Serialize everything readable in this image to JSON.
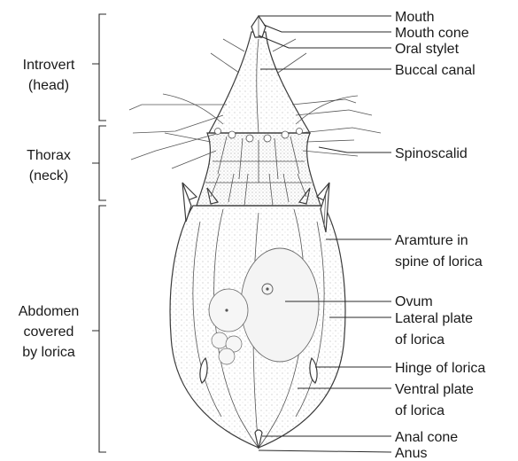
{
  "diagram": {
    "region_labels": {
      "introvert_line1": "Introvert",
      "introvert_line2": "(head)",
      "thorax_line1": "Thorax",
      "thorax_line2": "(neck)",
      "abdomen_line1": "Abdomen",
      "abdomen_line2": "covered",
      "abdomen_line3": "by lorica"
    },
    "part_labels": {
      "mouth": "Mouth",
      "mouth_cone": "Mouth cone",
      "oral_stylet": "Oral stylet",
      "buccal_canal": "Buccal canal",
      "spinoscalid": "Spinoscalid",
      "armature_line1": "Aramture in",
      "armature_line2": "spine of lorica",
      "ovum": "Ovum",
      "lateral_plate_line1": "Lateral plate",
      "lateral_plate_line2": "of lorica",
      "hinge": "Hinge of lorica",
      "ventral_plate_line1": "Ventral plate",
      "ventral_plate_line2": "of lorica",
      "anal_cone": "Anal cone",
      "anus": "Anus"
    }
  }
}
